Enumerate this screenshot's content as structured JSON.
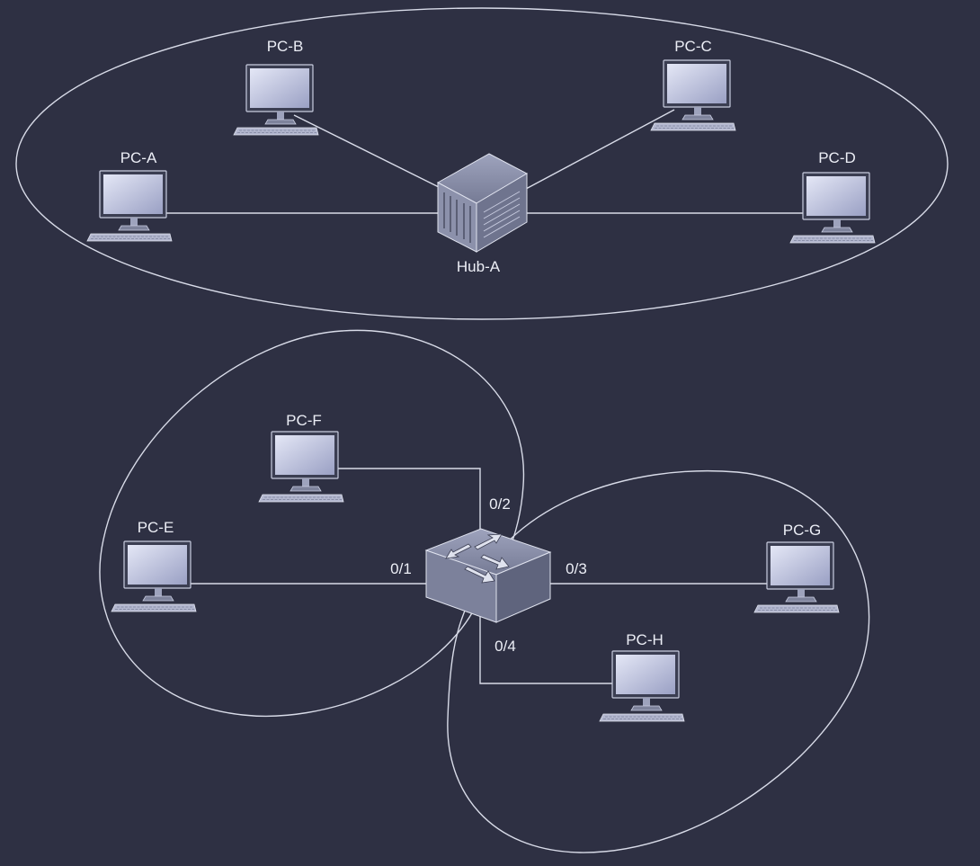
{
  "colors": {
    "background": "#2e3043",
    "stroke": "#d8dbe8",
    "text": "#eceef6",
    "screen": "#b7bcdb",
    "device": "#8d92ad"
  },
  "hub": {
    "label": "Hub-A",
    "icon": "hub-icon"
  },
  "switch": {
    "icon": "switch-icon"
  },
  "pcs": {
    "a": {
      "label": "PC-A",
      "icon": "computer-icon"
    },
    "b": {
      "label": "PC-B",
      "icon": "computer-icon"
    },
    "c": {
      "label": "PC-C",
      "icon": "computer-icon"
    },
    "d": {
      "label": "PC-D",
      "icon": "computer-icon"
    },
    "e": {
      "label": "PC-E",
      "icon": "computer-icon"
    },
    "f": {
      "label": "PC-F",
      "icon": "computer-icon"
    },
    "g": {
      "label": "PC-G",
      "icon": "computer-icon"
    },
    "h": {
      "label": "PC-H",
      "icon": "computer-icon"
    }
  },
  "ports": {
    "p1": "0/1",
    "p2": "0/2",
    "p3": "0/3",
    "p4": "0/4"
  }
}
